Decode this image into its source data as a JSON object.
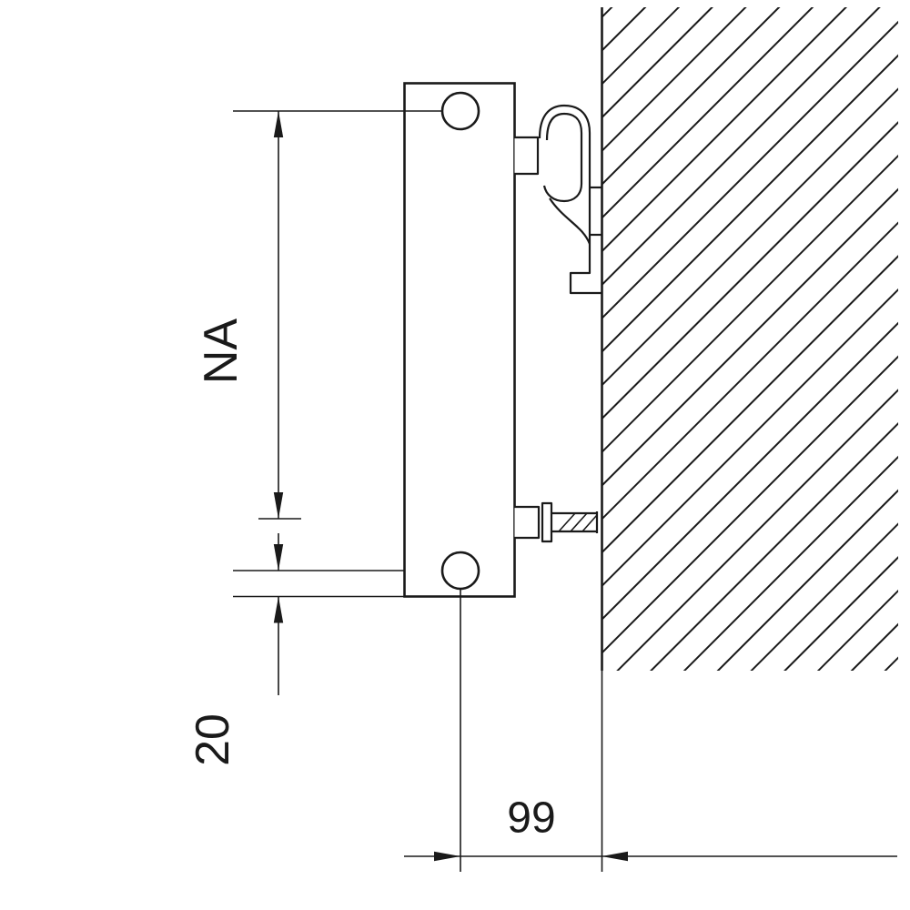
{
  "drawing": {
    "background_color": "#ffffff",
    "line_color": "#1a1a1a",
    "type": "technical-dimension-drawing",
    "subject": "radiator-side-view-wall-mounted",
    "labels": {
      "vertical_hub_distance": "NA",
      "bottom_edge_offset": "20",
      "wall_to_pipe_axis": "99"
    }
  }
}
